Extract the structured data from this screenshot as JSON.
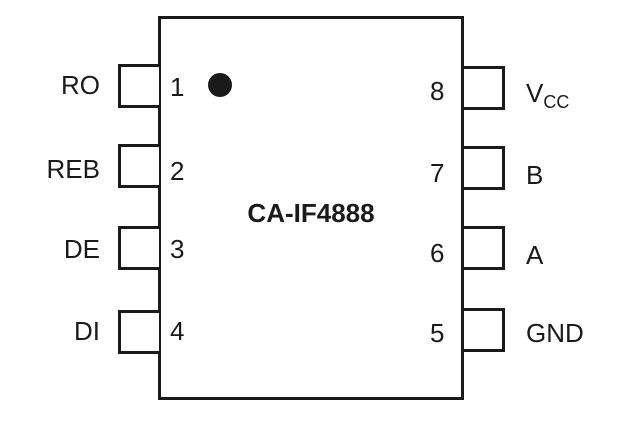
{
  "part_name": "CA-IF4888",
  "left_pins": [
    {
      "number": "1",
      "label": "RO"
    },
    {
      "number": "2",
      "label": "REB"
    },
    {
      "number": "3",
      "label": "DE"
    },
    {
      "number": "4",
      "label": "DI"
    }
  ],
  "right_pins": [
    {
      "number": "8",
      "label": "V",
      "label_sub": "CC"
    },
    {
      "number": "7",
      "label": "B"
    },
    {
      "number": "6",
      "label": "A"
    },
    {
      "number": "5",
      "label": "GND"
    }
  ]
}
